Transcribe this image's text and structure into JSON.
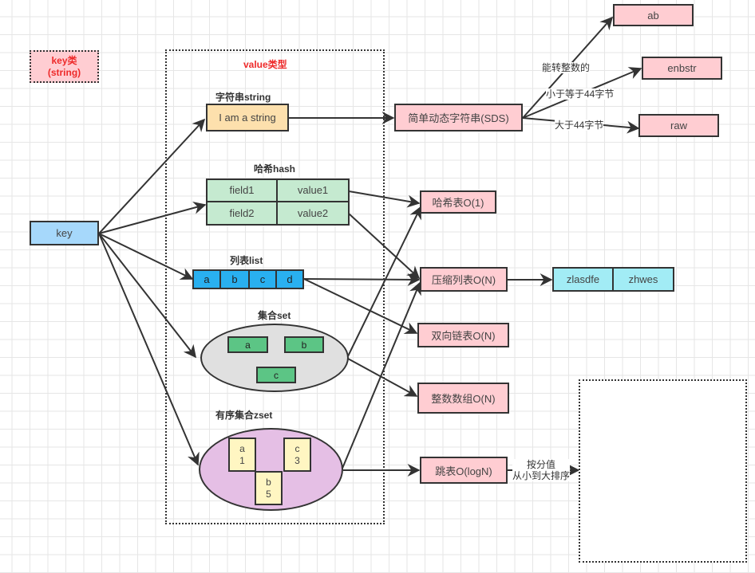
{
  "key_type": {
    "line1": "key类",
    "line2": "(string)"
  },
  "value_type": {
    "title": "value类型"
  },
  "key_node": {
    "label": "key"
  },
  "string": {
    "title": "字符串string",
    "value": "I am a string"
  },
  "hash": {
    "title": "哈希hash",
    "rows": [
      {
        "field": "field1",
        "value": "value1"
      },
      {
        "field": "field2",
        "value": "value2"
      }
    ]
  },
  "list": {
    "title": "列表list",
    "items": [
      "a",
      "b",
      "c",
      "d"
    ]
  },
  "set": {
    "title": "集合set",
    "items": [
      "a",
      "b",
      "c"
    ]
  },
  "zset": {
    "title": "有序集合zset",
    "items": [
      {
        "member": "a",
        "score": "1"
      },
      {
        "member": "c",
        "score": "3"
      },
      {
        "member": "b",
        "score": "5"
      }
    ]
  },
  "encodings": {
    "sds": "简单动态字符串(SDS)",
    "hashtable": "哈希表O(1)",
    "ziplist": "压缩列表O(N)",
    "linkedlist": "双向链表O(N)",
    "intset": "整数数组O(N)",
    "skiplist": "跳表O(logN)"
  },
  "sds_subtypes": {
    "int": "ab",
    "embstr": "enbstr",
    "raw": "raw"
  },
  "edge_labels": {
    "int": "能转整数的",
    "embstr": "小于等于44字节",
    "raw": "大于44字节",
    "skiplist_line1": "按分值",
    "skiplist_line2": "从小到大排序"
  },
  "ziplist_entries": [
    "zlasdfe",
    "zhwes"
  ],
  "colors": {
    "pink": "#ffcdd2",
    "key_blue": "#a6d8fb",
    "string_orange": "#fde0ad",
    "hash_green": "#c5ead0",
    "list_blue": "#29b0f0",
    "set_gray": "#e0e0e0",
    "set_green": "#5cc585",
    "zset_purple": "#e5bfe5",
    "zset_yellow": "#fff6c2",
    "ziplist_cyan": "#a2ecf5",
    "title_red": "#ee2a2a"
  }
}
